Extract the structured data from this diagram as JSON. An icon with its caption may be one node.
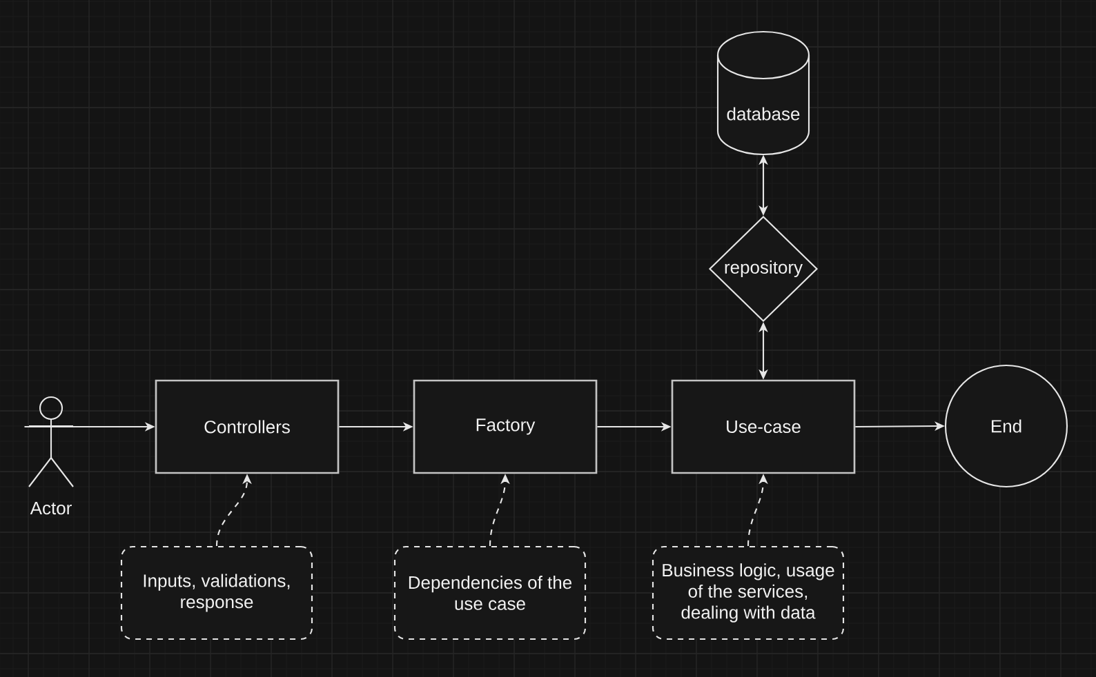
{
  "diagram": {
    "nodes": [
      {
        "text": [
          "Actor"
        ]
      },
      {
        "text": [
          "Controllers"
        ]
      },
      {
        "text": [
          "Factory"
        ]
      },
      {
        "text": [
          "Use-case"
        ]
      },
      {
        "text": [
          "End"
        ]
      },
      {
        "text": [
          "database"
        ]
      },
      {
        "text": [
          "repository"
        ]
      },
      {
        "text": [
          "Inputs, validations, response"
        ]
      },
      {
        "text": [
          "Dependencies of the use case"
        ]
      },
      {
        "text": [
          "Business logic, usage of the services, dealing with data"
        ]
      }
    ],
    "edges": [
      {
        "from": 0,
        "to": 1,
        "arrow": "to"
      },
      {
        "from": 1,
        "to": 2,
        "arrow": "to"
      },
      {
        "from": 2,
        "to": 3,
        "arrow": "to"
      },
      {
        "from": 3,
        "to": 4,
        "arrow": "to"
      },
      {
        "from": 5,
        "to": 6,
        "arrow": "both"
      },
      {
        "from": 6,
        "to": 3,
        "arrow": "both"
      },
      {
        "from": 7,
        "to": 1,
        "arrow": "to",
        "style": "dashed"
      },
      {
        "from": 8,
        "to": 2,
        "arrow": "to",
        "style": "dashed"
      },
      {
        "from": 9,
        "to": 3,
        "arrow": "to",
        "style": "dashed"
      }
    ]
  }
}
